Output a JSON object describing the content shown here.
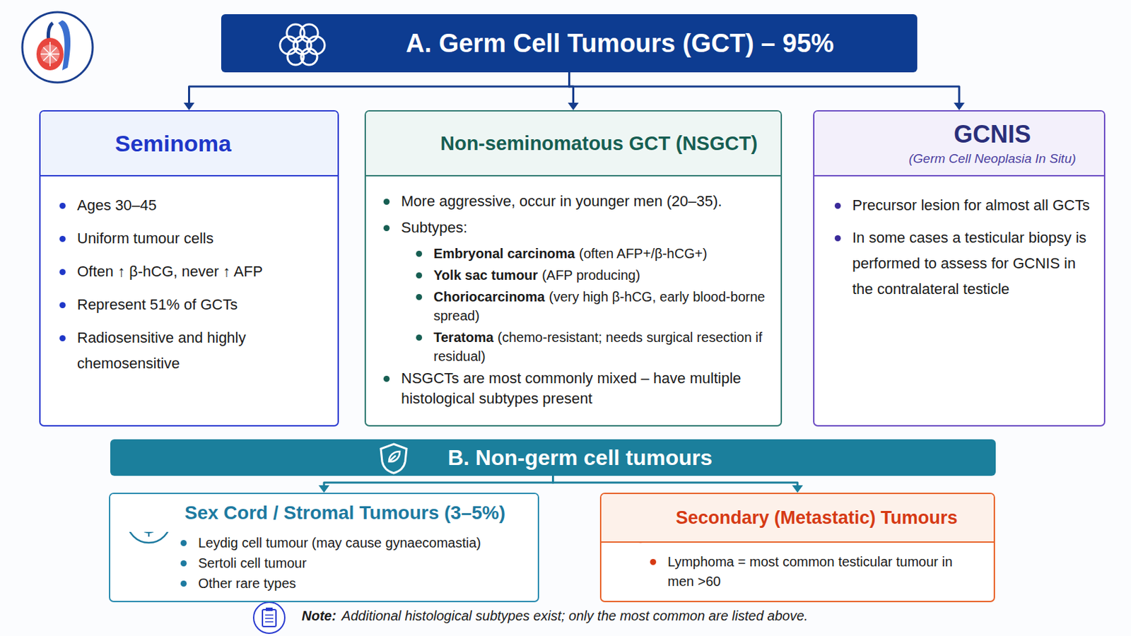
{
  "diagram": {
    "nodes": [
      {
        "text": [
          "A. Germ Cell Tumours (GCT) – 95%"
        ]
      },
      {
        "text": [
          "Seminoma",
          "Ages 30–45",
          "Uniform tumour cells",
          "Often ↑ β-hCG, never ↑ AFP",
          "Represent 51% of GCTs",
          "Radiosensitive and highly chemosensitive"
        ]
      },
      {
        "text": [
          "Non-seminomatous GCT (NSGCT)",
          "More aggressive, occur in younger men (20–35).",
          "Subtypes:",
          "Embryonal carcinoma",
          "(often AFP+/β-hCG+)",
          "Yolk sac tumour",
          "(AFP producing)",
          "Choriocarcinoma",
          "(very high β-hCG, early blood-borne spread)",
          "Teratoma",
          "(chemo-resistant; needs surgical resection if residual)",
          "NSGCTs are most commonly mixed – have multiple histological subtypes present"
        ]
      },
      {
        "text": [
          "GCNIS",
          "(Germ Cell Neoplasia In Situ)",
          "Precursor lesion for almost all GCTs",
          "In some cases a testicular biopsy is performed to assess for GCNIS in the contralateral testicle"
        ]
      },
      {
        "text": [
          "B. Non-germ cell tumours"
        ]
      },
      {
        "text": [
          "Sex Cord / Stromal Tumours (3–5%)",
          "Leydig cell tumour (may cause gynaecomastia)",
          "Sertoli cell tumour",
          "Other rare types"
        ]
      },
      {
        "text": [
          "Secondary (Metastatic) Tumours",
          "Lymphoma = most common testicular tumour in men >60"
        ]
      }
    ],
    "edges": [
      {
        "from": 0,
        "to": 1,
        "arrow": "to"
      },
      {
        "from": 0,
        "to": 2,
        "arrow": "to"
      },
      {
        "from": 0,
        "to": 3,
        "arrow": "to"
      },
      {
        "from": 4,
        "to": 5,
        "arrow": "to"
      },
      {
        "from": 4,
        "to": 6,
        "arrow": "to"
      }
    ],
    "labels": [
      "Note:",
      "Additional histological subtypes exist; only the most common are listed above."
    ]
  }
}
